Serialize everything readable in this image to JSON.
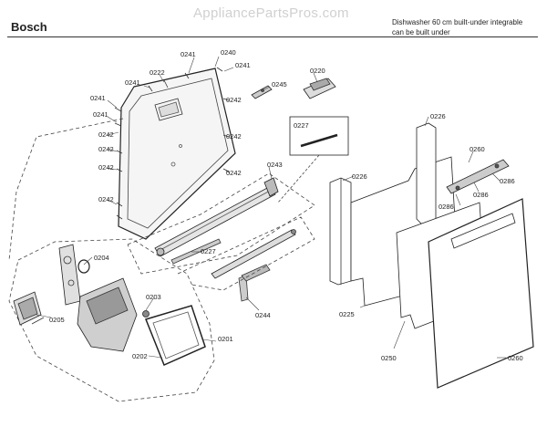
{
  "header": {
    "brand": "Bosch",
    "watermark": "AppliancePartsPros.com",
    "description_line1": "Dishwasher 60 cm built-under integrable",
    "description_line2": "can be built under"
  },
  "callouts": [
    {
      "id": "c0240",
      "text": "0240"
    },
    {
      "id": "c0241a",
      "text": "0241"
    },
    {
      "id": "c0222",
      "text": "0222"
    },
    {
      "id": "c0241b",
      "text": "0241"
    },
    {
      "id": "c0241c",
      "text": "0241"
    },
    {
      "id": "c0241d",
      "text": "0241"
    },
    {
      "id": "c0241e",
      "text": "0241"
    },
    {
      "id": "c0242a",
      "text": "0242"
    },
    {
      "id": "c0245",
      "text": "0245"
    },
    {
      "id": "c0220",
      "text": "0220"
    },
    {
      "id": "c0242b",
      "text": "0242"
    },
    {
      "id": "c0242c",
      "text": "0242"
    },
    {
      "id": "c0242d",
      "text": "0242"
    },
    {
      "id": "c0242e",
      "text": "0242"
    },
    {
      "id": "c0242f",
      "text": "0242"
    },
    {
      "id": "c0242g",
      "text": "0242"
    },
    {
      "id": "c0227a",
      "text": "0227"
    },
    {
      "id": "c0226a",
      "text": "0226"
    },
    {
      "id": "c0243",
      "text": "0243"
    },
    {
      "id": "c0226b",
      "text": "0226"
    },
    {
      "id": "c0260a",
      "text": "0260"
    },
    {
      "id": "c0286a",
      "text": "0286"
    },
    {
      "id": "c0286b",
      "text": "0286"
    },
    {
      "id": "c0286c",
      "text": "0286"
    },
    {
      "id": "c0204",
      "text": "0204"
    },
    {
      "id": "c0227b",
      "text": "0227"
    },
    {
      "id": "c0205",
      "text": "0205"
    },
    {
      "id": "c0203",
      "text": "0203"
    },
    {
      "id": "c0244",
      "text": "0244"
    },
    {
      "id": "c0225",
      "text": "0225"
    },
    {
      "id": "c0201",
      "text": "0201"
    },
    {
      "id": "c0202",
      "text": "0202"
    },
    {
      "id": "c0250",
      "text": "0250"
    },
    {
      "id": "c0260b",
      "text": "0260"
    }
  ]
}
